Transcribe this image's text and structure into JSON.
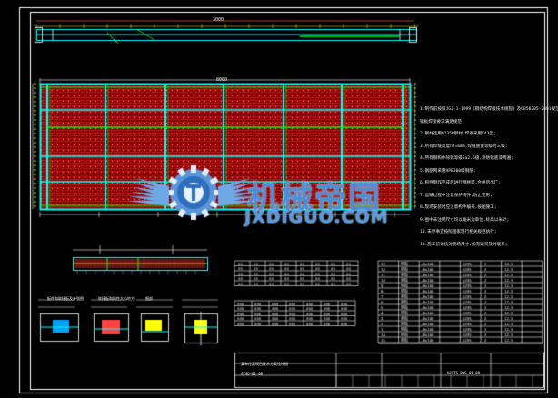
{
  "watermark": {
    "title": "机械帝国",
    "subtitle": "JXDIGUO.COM"
  },
  "labels": {
    "top_dim": "3000",
    "mid_dim": "8000",
    "detail_a": "板件和联接板及补强图",
    "detail_b": "联接板和刚性大小地方",
    "detail_c": "细部",
    "title_block_name": "某单位某项目技术方案设计图",
    "title_block_code": "GTSD-01-08",
    "drawing_no": "HJYTS-DWG-01-08"
  },
  "notes": [
    "1.制作前按照JGJ-1-1999《钢结构焊接技术规程》及GB50205-2001规范执行;",
    "  钢板焊接要求满足规范;",
    "2.钢材选用Q235B钢材,焊条采用E43型;",
    "3.所有焊缝高度hf=6mm,焊缝质量等级为三级;",
    "4.所有钢构件除锈等级Sa2.5级,涂防锈底漆两遍;",
    "5.钢筋网采用HPB300级钢筋;",
    "6.构件制作完成后进行预拼装,合格后出厂;",
    "7.运输过程中注意保护构件,防止变形;",
    "8.现场安装时应注意构件编号,按图施工;",
    "9.图中未注明尺寸均以毫米为单位,标高以米计;",
    "10.未尽事宜按照国家现行相关规范执行;",
    "11.施工前请核对现场尺寸,如有疑问及时联系;"
  ]
}
